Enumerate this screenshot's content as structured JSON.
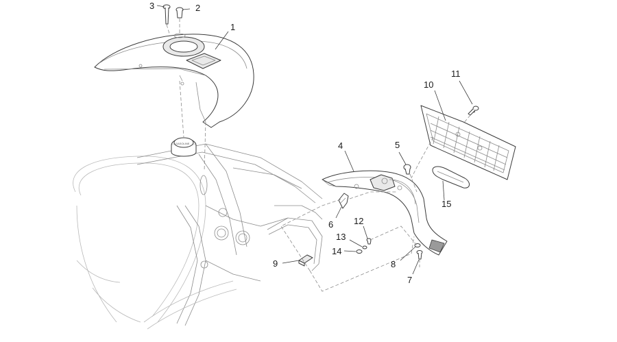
{
  "diagram": {
    "callouts": [
      "1",
      "2",
      "3",
      "4",
      "5",
      "6",
      "7",
      "8",
      "9",
      "10",
      "11",
      "12",
      "13",
      "14",
      "15"
    ],
    "cap_text": "GASOLINE"
  }
}
